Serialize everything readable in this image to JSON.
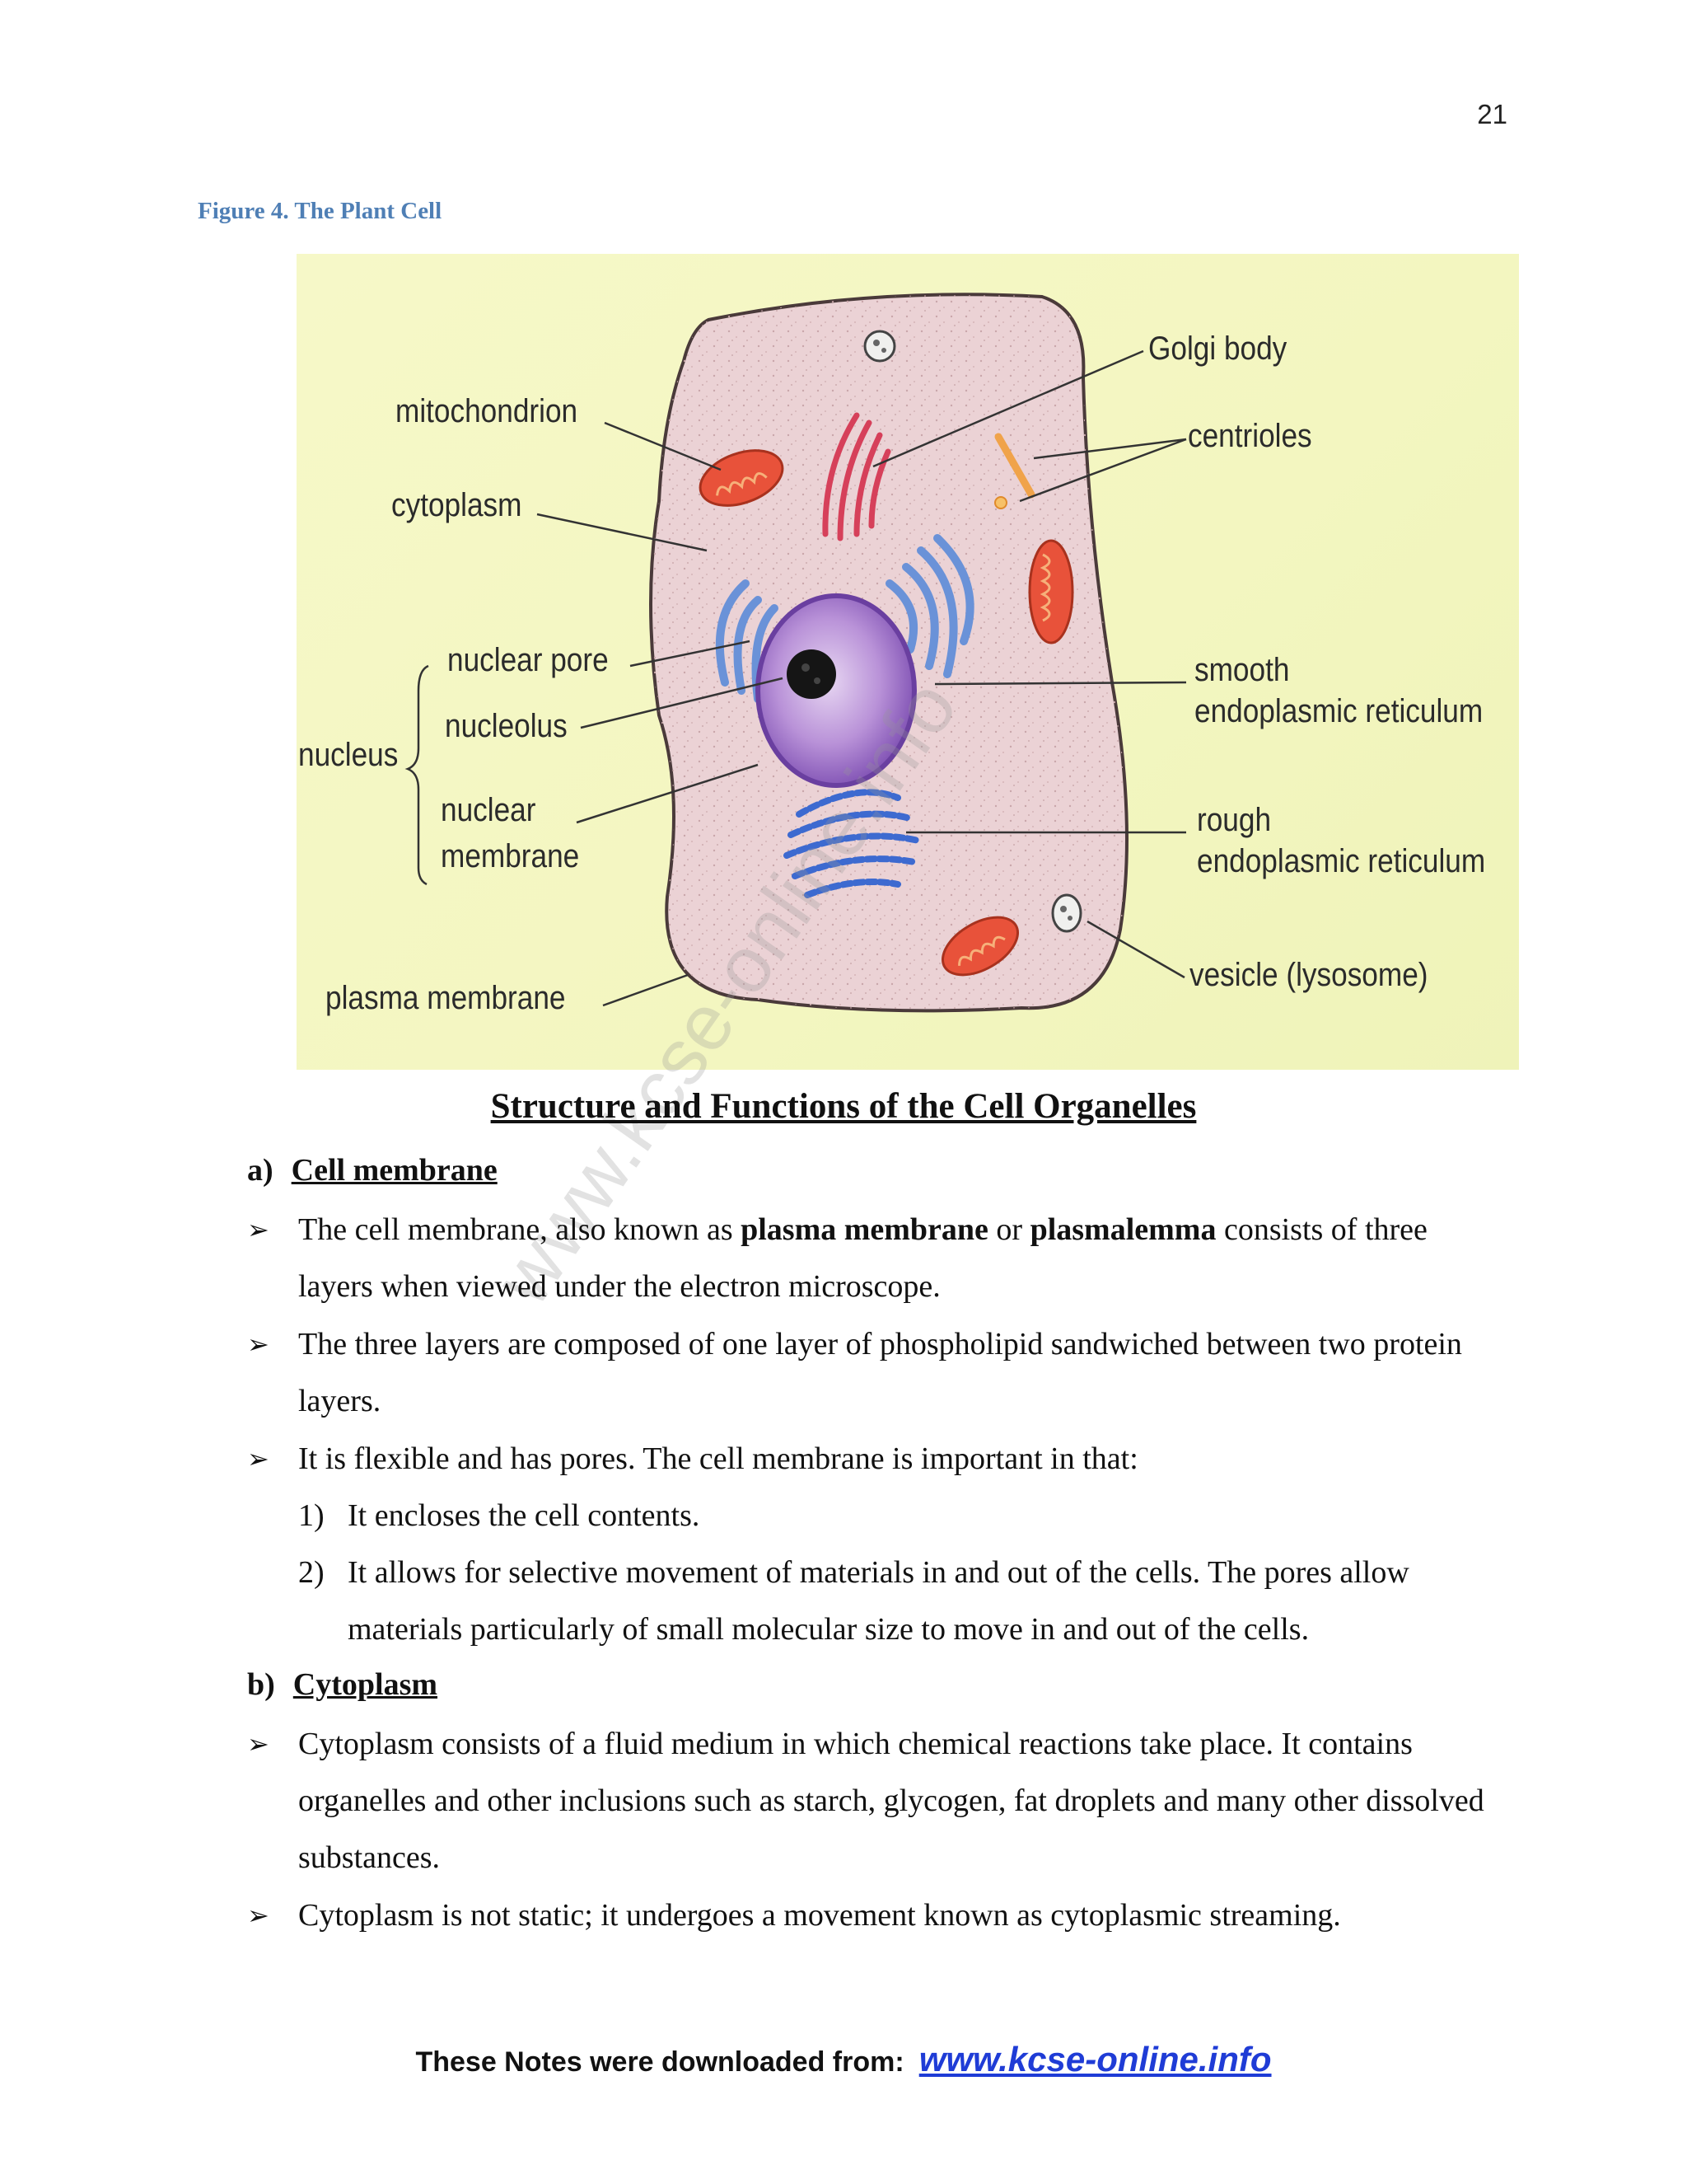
{
  "page_number": "21",
  "figure": {
    "caption": "Figure 4. The Plant Cell",
    "labels": {
      "mitochondrion": "mitochondrion",
      "cytoplasm": "cytoplasm",
      "nucleus": "nucleus",
      "nuclear_pore": "nuclear pore",
      "nucleolus": "nucleolus",
      "nuclear_membrane_1": "nuclear",
      "nuclear_membrane_2": "membrane",
      "plasma_membrane": "plasma membrane",
      "golgi_body": "Golgi body",
      "centrioles": "centrioles",
      "smooth_er_1": "smooth",
      "smooth_er_2": "endoplasmic reticulum",
      "rough_er_1": "rough",
      "rough_er_2": "endoplasmic reticulum",
      "vesicle": "vesicle (lysosome)"
    }
  },
  "watermark": "www.kcse-online.info",
  "heading": "Structure and Functions of the Cell Organelles",
  "sections": [
    {
      "letter": "a)",
      "title": "Cell membrane",
      "bullets": [
        {
          "pre": "The cell membrane, also known as ",
          "b1": "plasma membrane",
          "mid": " or ",
          "b2": "plasmalemma",
          "post": " consists of three layers when viewed under the electron microscope."
        },
        {
          "text": "The three layers are composed of one layer of phospholipid sandwiched between two protein layers."
        },
        {
          "text": "It is flexible and has pores. The cell membrane is important in that:"
        }
      ],
      "numbered": [
        {
          "n": "1)",
          "text": "It encloses the cell contents."
        },
        {
          "n": "2)",
          "text": "It allows for selective movement of materials in and out of the cells. The pores allow materials particularly of small molecular size to move in and out of the cells."
        }
      ]
    },
    {
      "letter": "b)",
      "title": "Cytoplasm",
      "bullets": [
        {
          "text": "Cytoplasm consists of a fluid medium in which chemical reactions take place. It contains organelles and other inclusions such as starch, glycogen, fat droplets and many other dissolved substances."
        },
        {
          "text": "Cytoplasm is not static; it undergoes a movement known as cytoplasmic streaming."
        }
      ]
    }
  ],
  "footer": {
    "lead": "These Notes were downloaded from:",
    "link": "www.kcse-online.info"
  },
  "colors": {
    "caption": "#4f7fb5",
    "figure_bg": "#f3f6c0",
    "cell_fill": "#ecd3d6",
    "nucleus": "#9b6fc9",
    "mitochondria": "#e8523a",
    "er": "#5a86d6",
    "footer_link": "#1f3cd6"
  }
}
